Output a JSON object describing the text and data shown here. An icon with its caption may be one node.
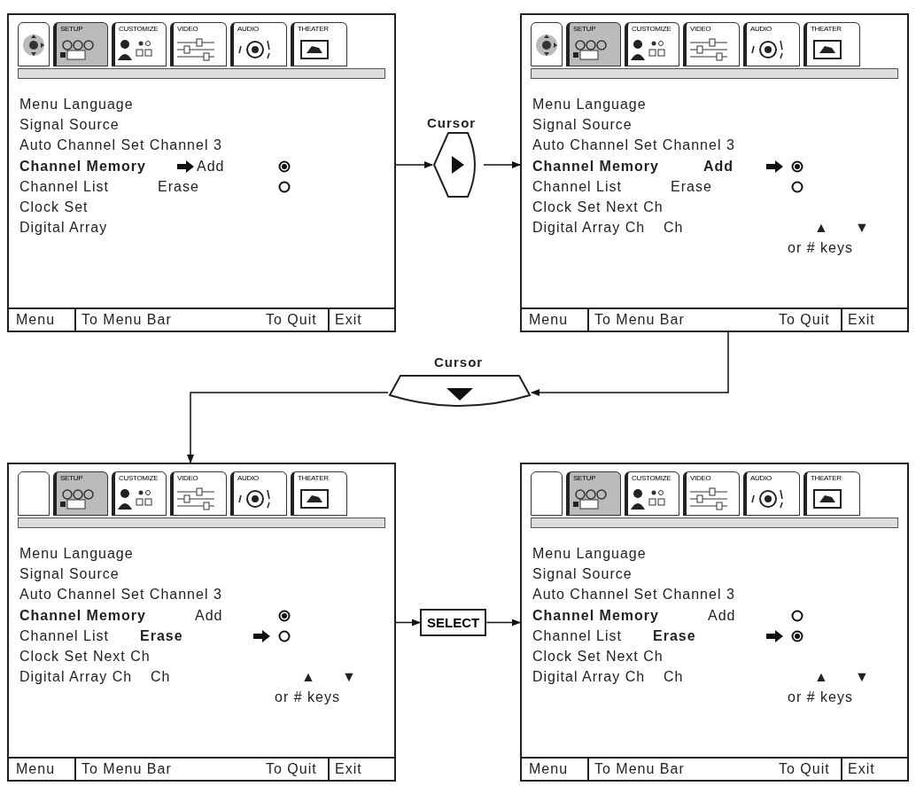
{
  "diagram": {
    "nodes": [
      {
        "text": [
          "SETUP",
          "CUSTOMIZE",
          "VIDEO",
          "AUDIO",
          "THEATER",
          "Menu Language",
          "Signal Source",
          "Auto Channel Set Channel 3",
          "Channel Memory",
          "Add",
          "Channel List",
          "Erase",
          "Clock Set",
          "Digital Array",
          "Menu",
          "To Menu Bar",
          "To Quit",
          "Exit"
        ]
      },
      {
        "text": [
          "Cursor"
        ]
      },
      {
        "text": [
          "SETUP",
          "CUSTOMIZE",
          "VIDEO",
          "AUDIO",
          "THEATER",
          "Menu Language",
          "Signal Source",
          "Auto Channel Set Channel 3",
          "Channel Memory",
          "Add",
          "Channel List",
          "Erase",
          "Clock Set Next Ch",
          "Digital Array Ch",
          "Ch",
          "▲",
          "▼",
          "or # keys",
          "Menu",
          "To Menu Bar",
          "To Quit",
          "Exit"
        ]
      },
      {
        "text": [
          "Cursor"
        ]
      },
      {
        "text": [
          "SETUP",
          "CUSTOMIZE",
          "VIDEO",
          "AUDIO",
          "THEATER",
          "Menu Language",
          "Signal Source",
          "Auto Channel Set Channel 3",
          "Channel Memory",
          "Add",
          "Channel List",
          "Erase",
          "Clock Set Next Ch",
          "Digital Array Ch",
          "Ch",
          "▲",
          "▼",
          "or # keys",
          "Menu",
          "To Menu Bar",
          "To Quit",
          "Exit"
        ]
      },
      {
        "text": [
          "SELECT"
        ]
      },
      {
        "text": [
          "SETUP",
          "CUSTOMIZE",
          "VIDEO",
          "AUDIO",
          "THEATER",
          "Menu Language",
          "Signal Source",
          "Auto Channel Set Channel 3",
          "Channel Memory",
          "Add",
          "Channel List",
          "Erase",
          "Clock Set Next Ch",
          "Digital Array Ch",
          "Ch",
          "▲",
          "▼",
          "or # keys",
          "Menu",
          "To Menu Bar",
          "To Quit",
          "Exit"
        ]
      }
    ],
    "edges": [
      {
        "from": 0,
        "to": 1,
        "arrow": "to"
      },
      {
        "from": 1,
        "to": 2,
        "arrow": "to"
      },
      {
        "from": 2,
        "to": 3,
        "arrow": "to"
      },
      {
        "from": 3,
        "to": 4,
        "arrow": "to"
      },
      {
        "from": 4,
        "to": 5,
        "arrow": "to"
      },
      {
        "from": 5,
        "to": 6,
        "arrow": "to"
      }
    ]
  }
}
